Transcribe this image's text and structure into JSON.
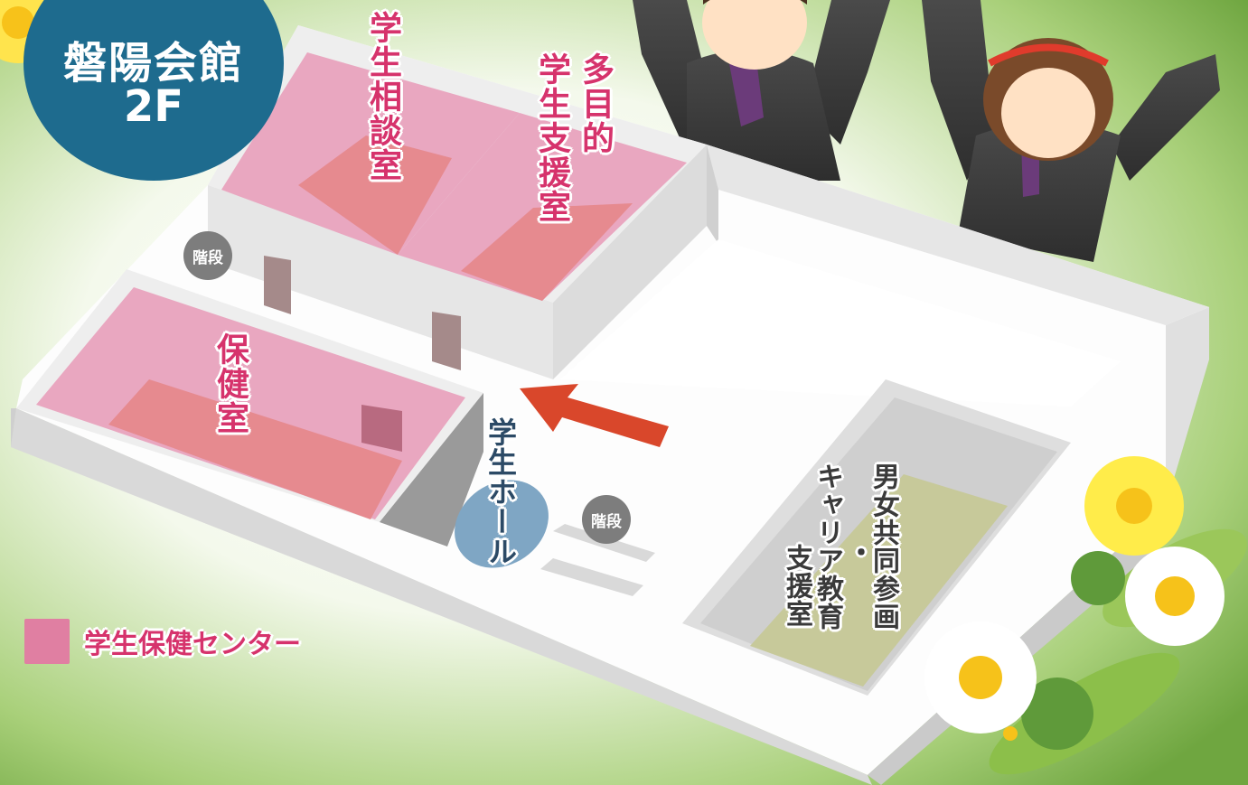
{
  "building": {
    "name": "磐陽会館",
    "floor": "2F"
  },
  "rooms": {
    "counseling": "学生相談室",
    "multipurpose_line1": "多目的",
    "multipurpose_line2": "学生支援室",
    "health": "保健室",
    "hall": "学生ホール",
    "gender_line1": "男女共同参画",
    "gender_line2": "・",
    "gender_line3": "キャリア教育",
    "gender_line4": "支援室"
  },
  "stairs_label": "階段",
  "legend": {
    "label": "学生保健センター",
    "color": "#e07fa2"
  },
  "colors": {
    "building_badge": "#1e6b8e",
    "health_center_rooms": "#e8a1bd",
    "health_center_floor": "#e68a8f",
    "arrow": "#d9472b",
    "grass": "#7fb04d"
  }
}
